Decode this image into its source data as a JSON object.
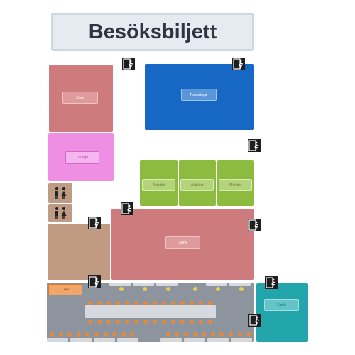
{
  "title": "Besöksbiljett",
  "zones": {
    "crew_top": "Crew",
    "tournaments": "Turneringar",
    "lounge": "Lounge",
    "activity_1": "Aktivitet",
    "activity_2": "Aktivitet",
    "activity_3": "Aktivitet",
    "crew_bottom": "Crew",
    "lan": "LAN",
    "kiosk": "Kiosk"
  },
  "icons": {
    "exit": "emergency-exit-icon",
    "restroom": "restroom-icon",
    "seat": "seat-icon",
    "lamp": "lamp-icon"
  },
  "colors": {
    "crew": "#cd7b7c",
    "tournaments": "#1768c4",
    "lounge": "#ee8fe3",
    "activity": "#8cbb3f",
    "storage": "#c19a82",
    "lan_hall": "#8d949d",
    "lan_tag": "#f0a56b",
    "kiosk": "#22a6ab",
    "seat": "#e58a3a",
    "lamp": "#e4cf52"
  }
}
